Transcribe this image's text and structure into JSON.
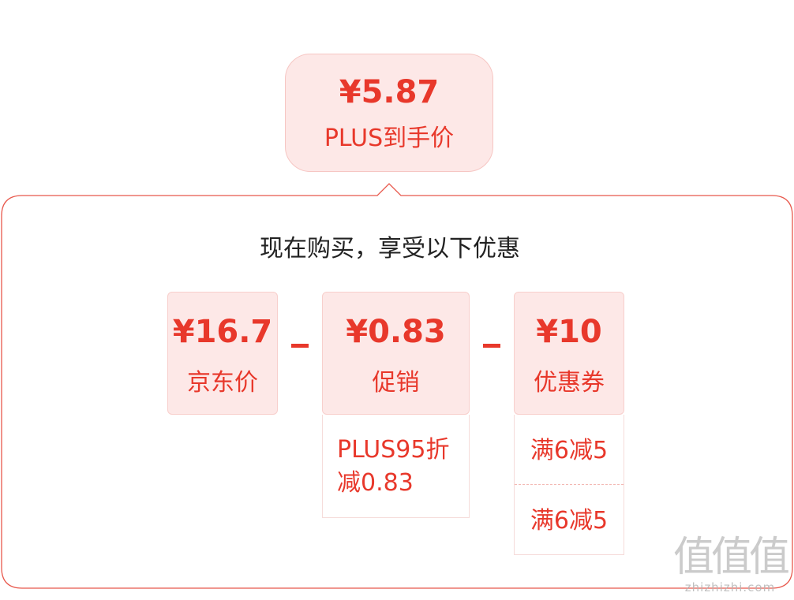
{
  "top_price": {
    "value": "¥5.87",
    "label": "PLUS到手价"
  },
  "panel": {
    "title": "现在购买，享受以下优惠"
  },
  "benefits": [
    {
      "value": "¥16.7",
      "label": "京东价"
    },
    {
      "value": "¥0.83",
      "label": "促销"
    },
    {
      "value": "¥10",
      "label": "优惠券"
    }
  ],
  "operators": [
    "–",
    "–"
  ],
  "promo_detail": {
    "text": "PLUS95折减0.83"
  },
  "coupon_detail": [
    "满6减5",
    "满6减5"
  ],
  "watermark": {
    "glyphs": "值值值",
    "domain": "zhizhizhi.com"
  },
  "colors": {
    "accent": "#e8382b",
    "box_bg": "#fde8e7",
    "outline": "#e8584c"
  }
}
